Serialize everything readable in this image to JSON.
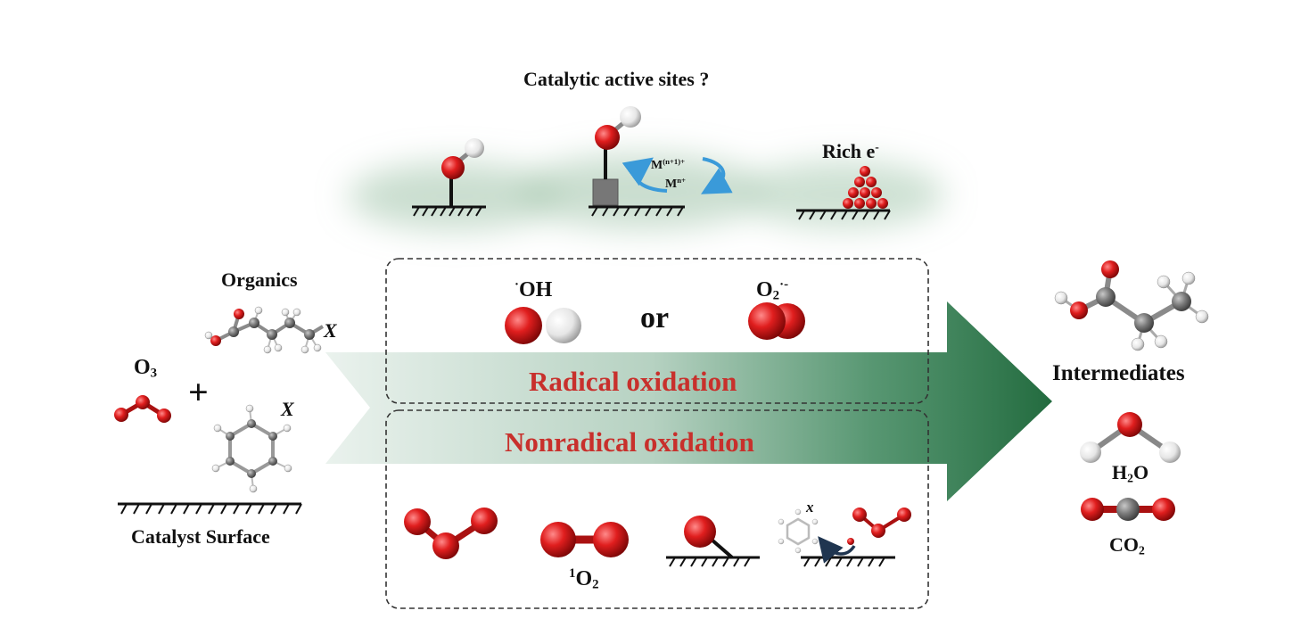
{
  "diagram": {
    "title": "Catalytic active sites ?",
    "rich_label": "Rich e",
    "rich_sup": "-",
    "m_top": "M",
    "m_top_sup": "(n+1)+",
    "m_bot": "M",
    "m_bot_sup": "n+",
    "organics": "Organics",
    "o3_main": "O",
    "o3_sub": "3",
    "plus": "+",
    "catalyst_surface": "Catalyst Surface",
    "oh_pre": "·",
    "oh": "OH",
    "or": "or",
    "o2_main": "O",
    "o2_sub": "2",
    "o2_sup": "·-",
    "radical_oxidation": "Radical oxidation",
    "nonradical_oxidation": "Nonradical oxidation",
    "singlet_sup": "1",
    "singlet_main": "O",
    "singlet_sub": "2",
    "intermediates": "Intermediates",
    "h2o_h": "H",
    "h2o_sub": "2",
    "h2o_o": "O",
    "co2_main": "CO",
    "co2_sub": "2",
    "x_label": "X",
    "x_label_small": "x"
  },
  "colors": {
    "oxygen": "#d42020",
    "hydrogen": "#f2f2f2",
    "carbon": "#7a7a7a",
    "arrow_green": "#2e7d4f",
    "text_red": "#c8302c",
    "glow_green": "#cfe3d5",
    "cycle_blue": "#3a9ad9"
  }
}
